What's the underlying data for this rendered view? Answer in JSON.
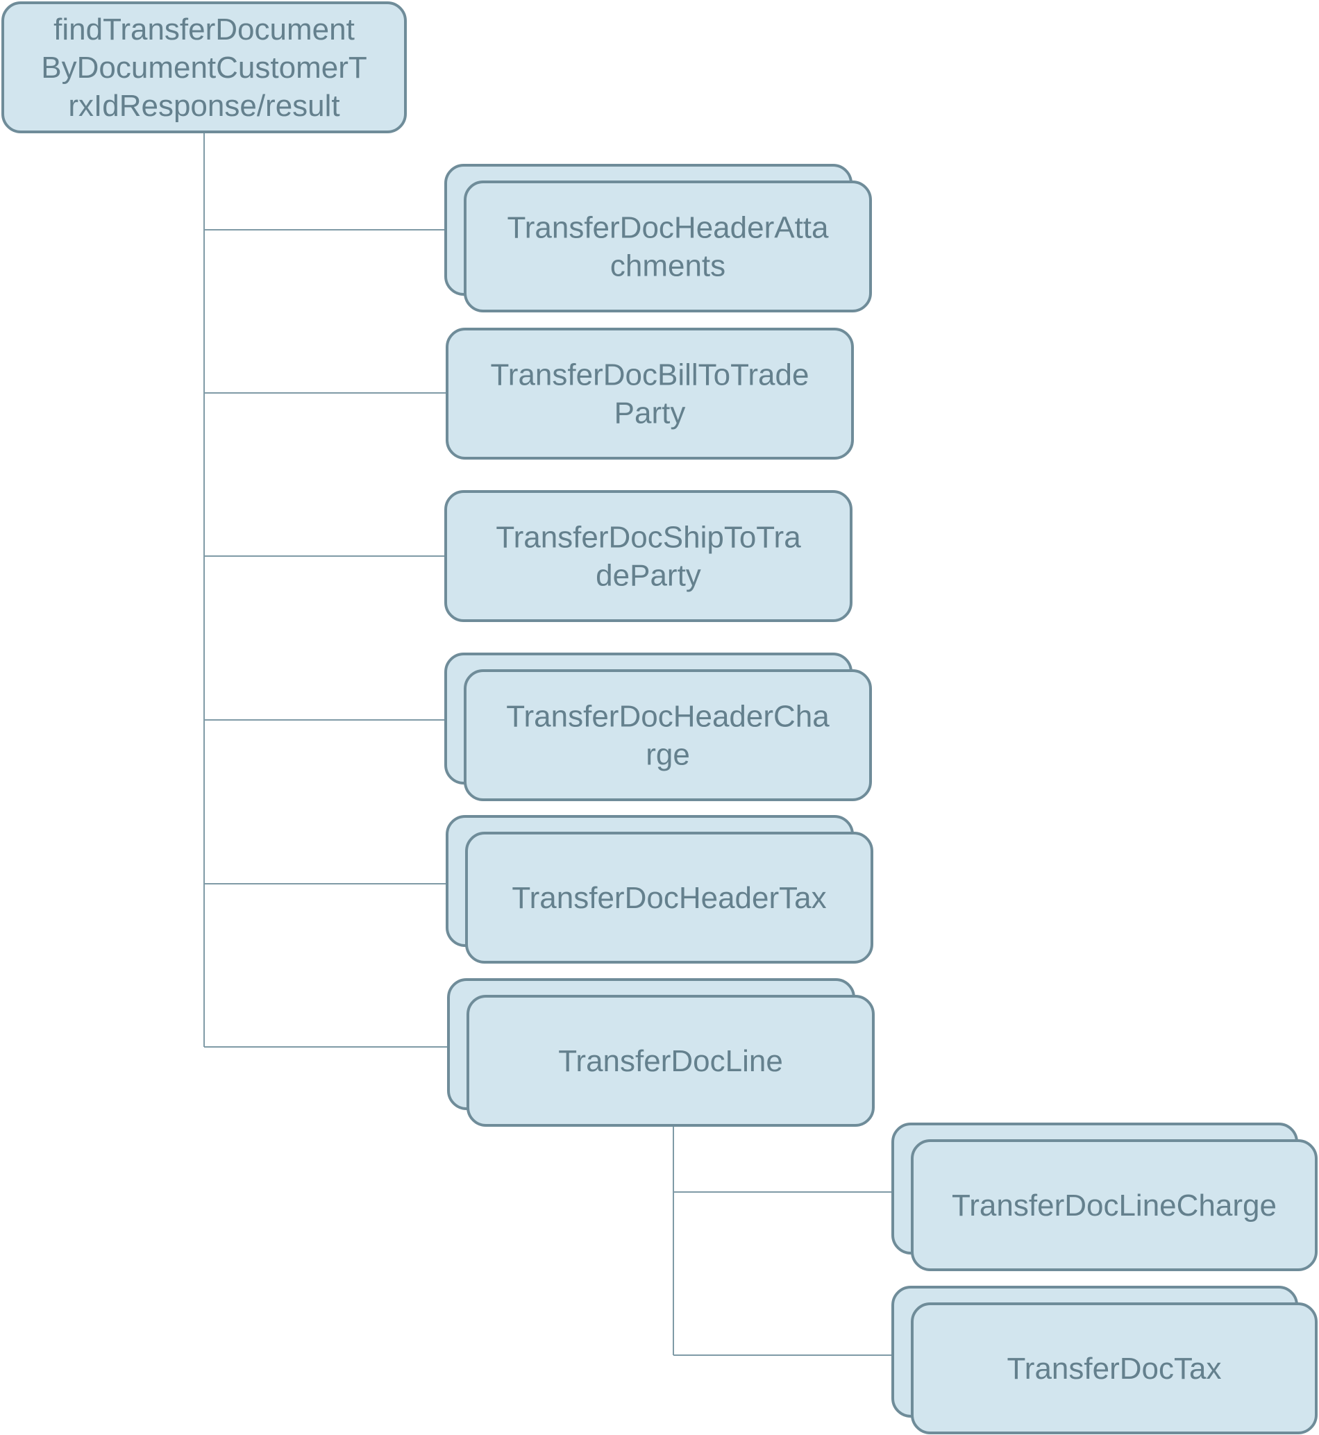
{
  "diagram": {
    "root": {
      "id": "root",
      "lines": [
        "findTransferDocument",
        "ByDocumentCustomerT",
        "rxIdResponse/result"
      ],
      "stacked": false
    },
    "children": [
      {
        "id": "header-attachments",
        "lines": [
          "TransferDocHeaderAtta",
          "chments"
        ],
        "stacked": true
      },
      {
        "id": "bill-to-trade-party",
        "lines": [
          "TransferDocBillToTrade",
          "Party"
        ],
        "stacked": false
      },
      {
        "id": "ship-to-trade-party",
        "lines": [
          "TransferDocShipToTra",
          "deParty"
        ],
        "stacked": false
      },
      {
        "id": "header-charge",
        "lines": [
          "TransferDocHeaderCha",
          "rge"
        ],
        "stacked": true
      },
      {
        "id": "header-tax",
        "lines": [
          "TransferDocHeaderTax"
        ],
        "stacked": true
      },
      {
        "id": "line",
        "lines": [
          "TransferDocLine"
        ],
        "stacked": true
      }
    ],
    "grandchildren": [
      {
        "id": "line-charge",
        "parent": "line",
        "lines": [
          "TransferDocLineCharge"
        ],
        "stacked": true
      },
      {
        "id": "tax",
        "parent": "line",
        "lines": [
          "TransferDocTax"
        ],
        "stacked": true
      }
    ],
    "colors": {
      "node_fill": "#d2e5ee",
      "node_border": "#6f8c99",
      "text": "#64808d",
      "connector": "#7f9aa6"
    }
  }
}
